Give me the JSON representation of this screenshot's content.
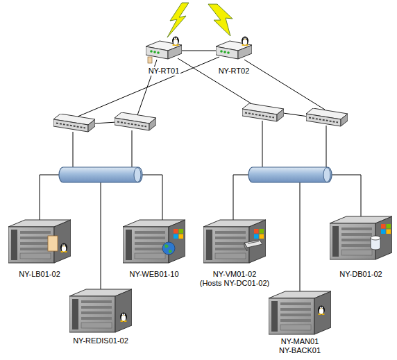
{
  "diagram": {
    "nodes": [
      {
        "text": [
          "NY-RT01"
        ]
      },
      {
        "text": [
          "NY-RT02"
        ]
      },
      {
        "text": [
          "NY-LB01-02"
        ]
      },
      {
        "text": [
          "NY-WEB01-10"
        ]
      },
      {
        "text": [
          "NY-VM01-02",
          "(Hosts NY-DC01-02)"
        ]
      },
      {
        "text": [
          "NY-DB01-02"
        ]
      },
      {
        "text": [
          "NY-REDIS01-02"
        ]
      },
      {
        "text": [
          "NY-MAN01",
          "NY-BACK01"
        ]
      }
    ],
    "edges": [
      {
        "from": 0,
        "to": 1,
        "arrow": "none"
      }
    ]
  }
}
